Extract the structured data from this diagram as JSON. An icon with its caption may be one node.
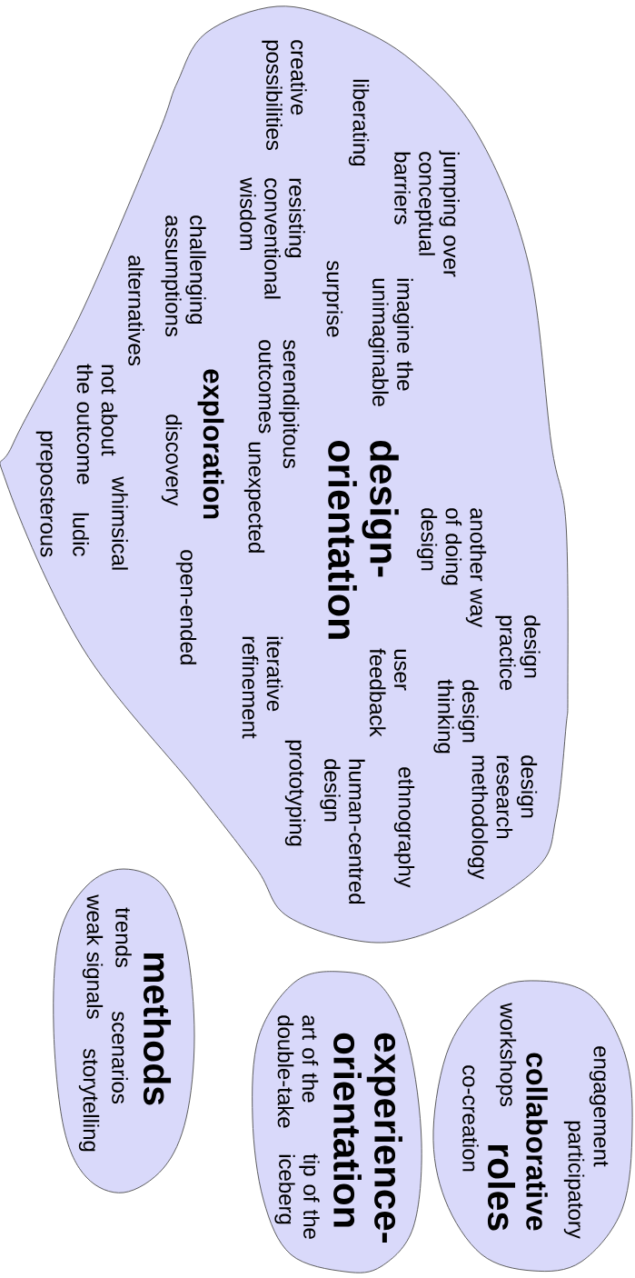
{
  "diagram": {
    "nodes": [
      {
        "text": [
          "design- orientation",
          "design practice",
          "design research methodology",
          "design thinking",
          "another way of doing design",
          "jumping over conceptual barriers",
          "ethnography",
          "imagine the unimaginable",
          "user feedback",
          "liberating",
          "human-centred design",
          "surprise",
          "prototyping",
          "creative possibilities",
          "serendipitous outcomes",
          "resisting conventional wisdom",
          "iterative refinement",
          "unexpected",
          "exploration",
          "open-ended",
          "challenging assumptions",
          "discovery",
          "alternatives",
          "whimsical",
          "not about the outcome",
          "ludic",
          "preposterous"
        ]
      },
      {
        "text": [
          "methods",
          "trends",
          "scenarios",
          "weak signals",
          "storytelling"
        ]
      },
      {
        "text": [
          "experience- orientation",
          "art of the double-take",
          "tip of the iceberg"
        ]
      },
      {
        "text": [
          "collaborative",
          "roles",
          "engagement",
          "participatory",
          "workshops",
          "co-creation"
        ]
      }
    ]
  }
}
